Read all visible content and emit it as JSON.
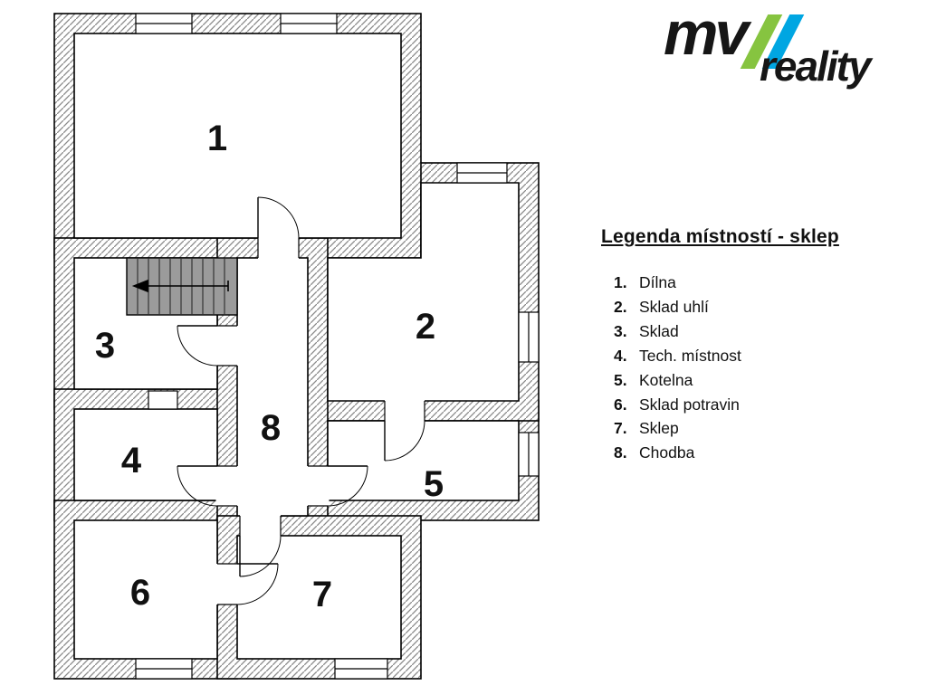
{
  "logo": {
    "mv": "mv",
    "reality": "reality",
    "colors": {
      "green": "#86c440",
      "blue": "#00a6e2"
    }
  },
  "legend": {
    "title": "Legenda místností - sklep",
    "items": [
      {
        "num": "1.",
        "label": "Dílna"
      },
      {
        "num": "2.",
        "label": "Sklad uhlí"
      },
      {
        "num": "3.",
        "label": "Sklad"
      },
      {
        "num": "4.",
        "label": "Tech. místnost"
      },
      {
        "num": "5.",
        "label": "Kotelna"
      },
      {
        "num": "6.",
        "label": "Sklad potravin"
      },
      {
        "num": "7.",
        "label": "Sklep"
      },
      {
        "num": "8.",
        "label": "Chodba"
      }
    ]
  },
  "plan": {
    "room_numbers": [
      "1",
      "2",
      "3",
      "4",
      "5",
      "6",
      "7",
      "8"
    ],
    "wall_hatch_color": "#8a8a8a",
    "stairs_color": "#9b9b9b"
  }
}
